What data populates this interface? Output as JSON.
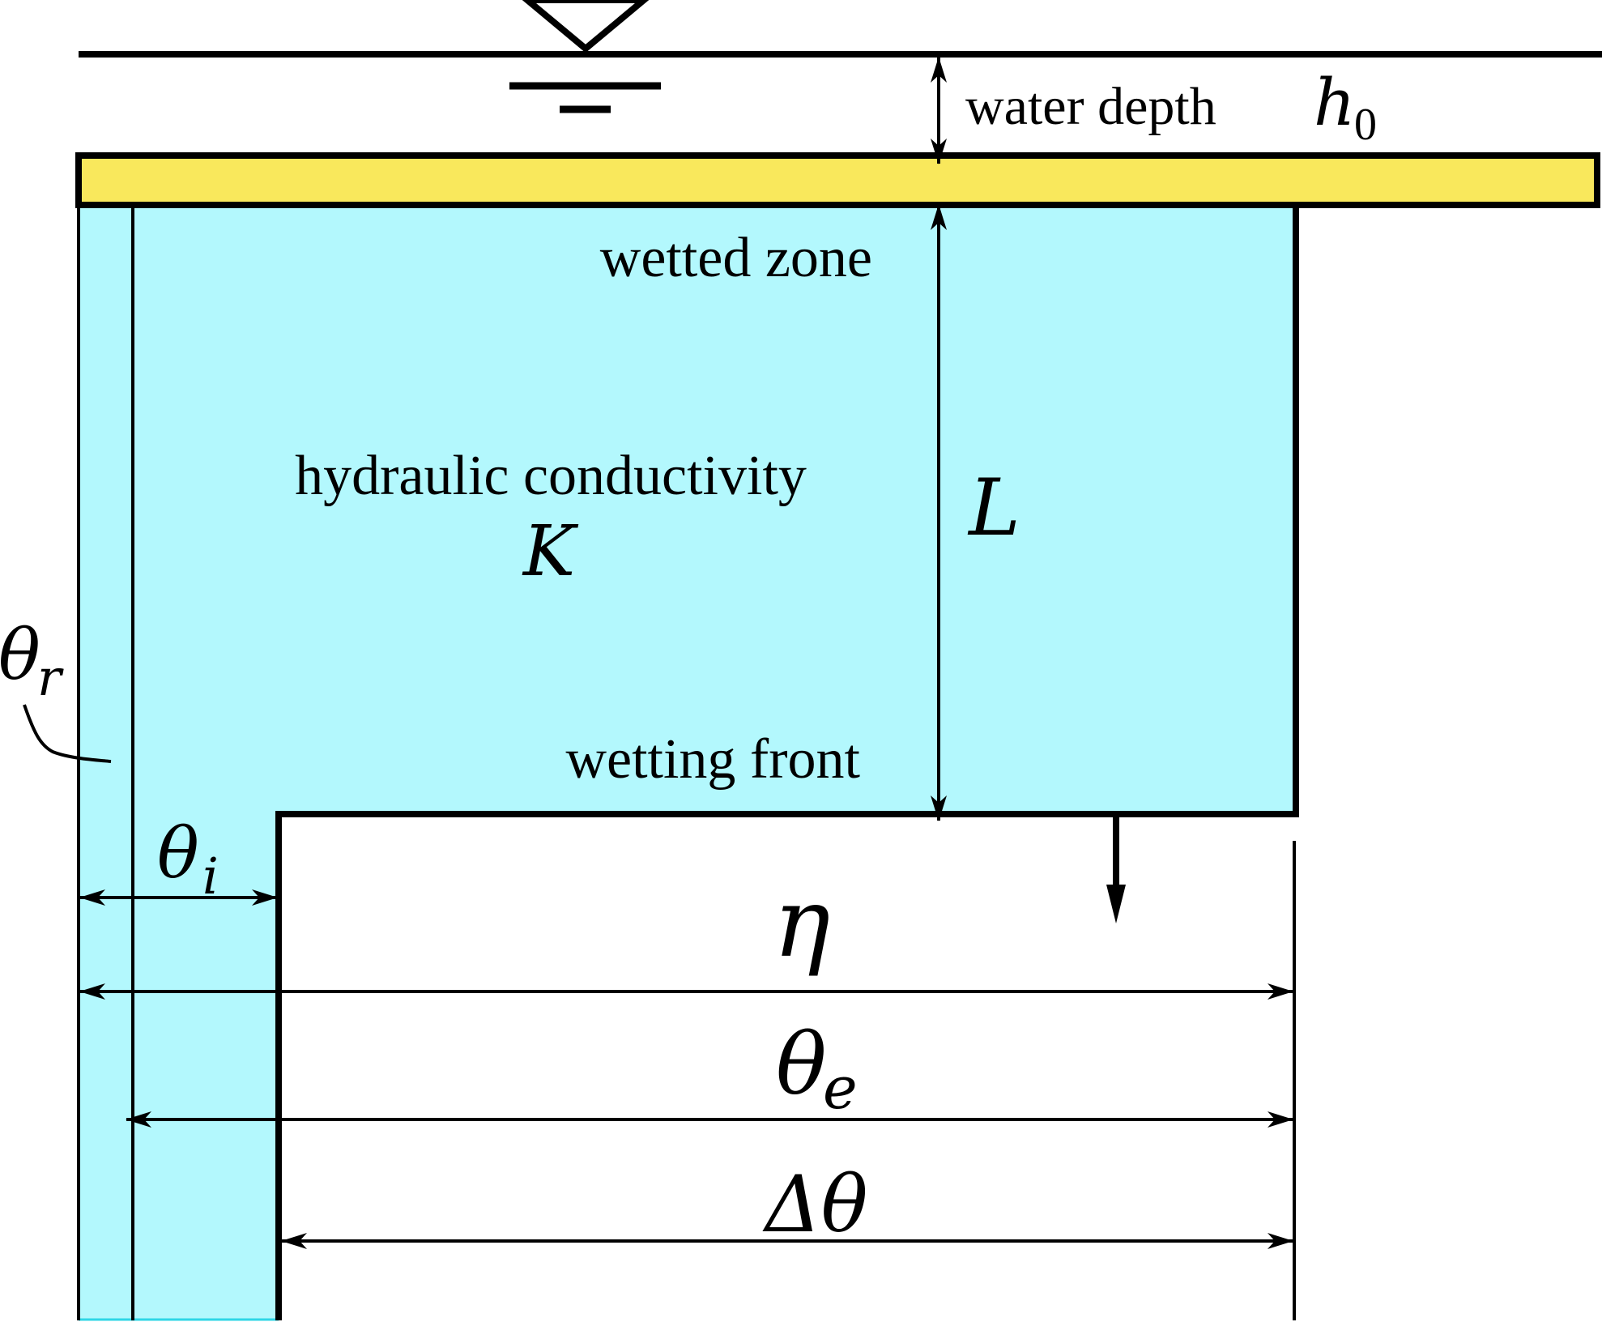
{
  "labels": {
    "water_depth": "water depth",
    "h0_symbol": "h",
    "h0_subscript": "0",
    "wetted_zone": "wetted zone",
    "hydraulic_conductivity": "hydraulic conductivity",
    "K_symbol": "K",
    "L_symbol": "L",
    "wetting_front": "wetting front",
    "theta_r_symbol": "θ",
    "theta_r_subscript": "r",
    "theta_i_symbol": "θ",
    "theta_i_subscript": "i",
    "eta_symbol": "η",
    "theta_e_symbol": "θ",
    "theta_e_subscript": "e",
    "delta_theta_symbol": "Δθ"
  },
  "colors": {
    "ponded_layer": "#f9e85c",
    "wetted_soil": "#b3f8fd",
    "soil_edge": "#2fd6e6",
    "line": "#000000",
    "background": "#ffffff"
  },
  "icons": {
    "water_level": "water-level-triangle-icon"
  }
}
